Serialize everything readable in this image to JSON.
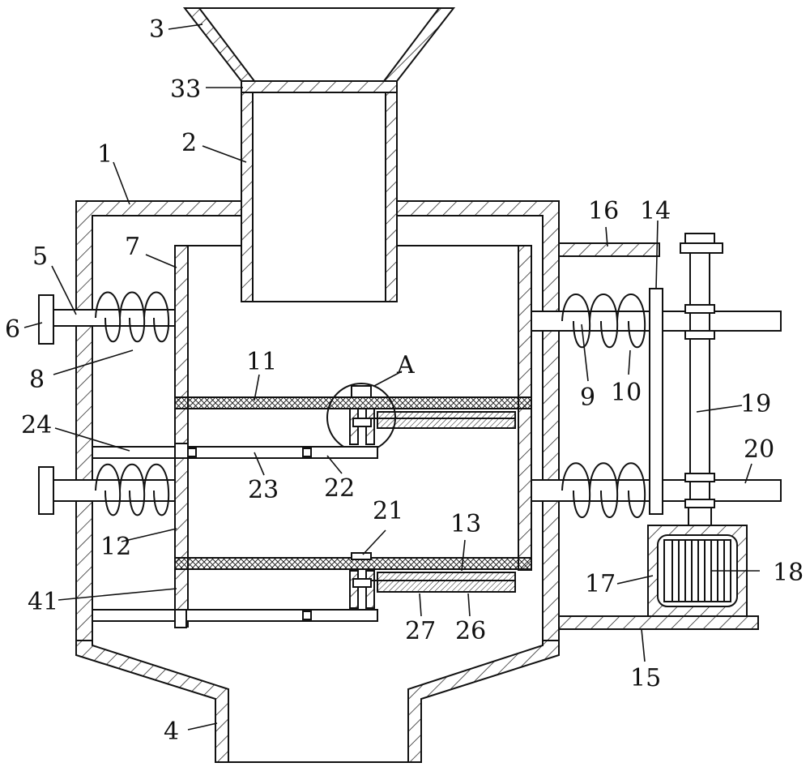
{
  "labels": [
    {
      "id": "l3",
      "text": "3"
    },
    {
      "id": "l33",
      "text": "33"
    },
    {
      "id": "l2",
      "text": "2"
    },
    {
      "id": "l1",
      "text": "1"
    },
    {
      "id": "l16",
      "text": "16"
    },
    {
      "id": "l14",
      "text": "14"
    },
    {
      "id": "l5",
      "text": "5"
    },
    {
      "id": "l7",
      "text": "7"
    },
    {
      "id": "l6",
      "text": "6"
    },
    {
      "id": "l8",
      "text": "8"
    },
    {
      "id": "l11",
      "text": "11"
    },
    {
      "id": "lA",
      "text": "A"
    },
    {
      "id": "l9",
      "text": "9"
    },
    {
      "id": "l10",
      "text": "10"
    },
    {
      "id": "l19",
      "text": "19"
    },
    {
      "id": "l24",
      "text": "24"
    },
    {
      "id": "l23",
      "text": "23"
    },
    {
      "id": "l22",
      "text": "22"
    },
    {
      "id": "l20",
      "text": "20"
    },
    {
      "id": "l12",
      "text": "12"
    },
    {
      "id": "l21",
      "text": "21"
    },
    {
      "id": "l13",
      "text": "13"
    },
    {
      "id": "l17",
      "text": "17"
    },
    {
      "id": "l18",
      "text": "18"
    },
    {
      "id": "l41",
      "text": "41"
    },
    {
      "id": "l27",
      "text": "27"
    },
    {
      "id": "l26",
      "text": "26"
    },
    {
      "id": "l15",
      "text": "15"
    },
    {
      "id": "l4",
      "text": "4"
    }
  ]
}
